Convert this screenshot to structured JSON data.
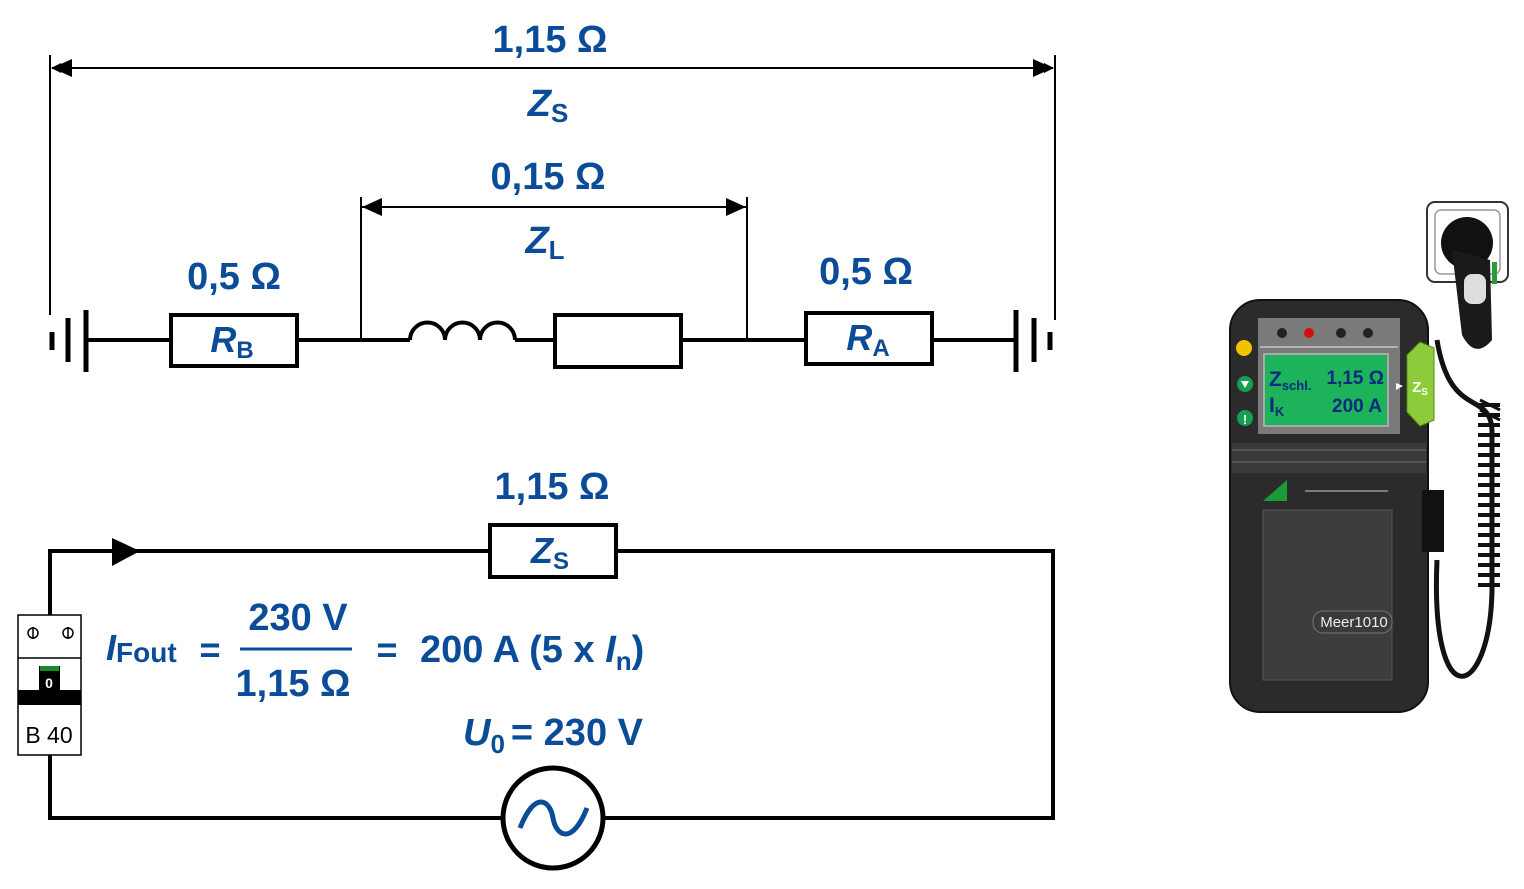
{
  "top_dimension": {
    "value": "1,15 Ω",
    "symbol": "Z",
    "subscript": "S"
  },
  "line_dimension": {
    "value": "0,15 Ω",
    "symbol": "Z",
    "subscript": "L"
  },
  "rb": {
    "value": "0,5 Ω",
    "symbol": "R",
    "subscript": "B"
  },
  "ra": {
    "value": "0,5 Ω",
    "symbol": "R",
    "subscript": "A"
  },
  "loop": {
    "value": "1,15 Ω",
    "symbol": "Z",
    "subscript": "S"
  },
  "formula": {
    "lhs": "I",
    "lhs_sub": "Fout",
    "eq1": "=",
    "numerator": "230 V",
    "denominator": "1,15 Ω",
    "eq2": "=",
    "result": "200 A (5 x ",
    "result_i": "I",
    "result_sub": "n",
    "result_close": ")"
  },
  "source": {
    "symbol": "U",
    "subscript": "0",
    "value": "= 230 V"
  },
  "breaker": {
    "state": "0",
    "rating": "B 40"
  },
  "meter": {
    "brand": "Meer1010",
    "row1_label": "Z",
    "row1_sub": "schl.",
    "row1_value": "1,15 Ω",
    "row2_label": "I",
    "row2_sub": "K",
    "row2_value": "200 A",
    "mode_button": "Z",
    "mode_sub": "S",
    "colors": {
      "screen": "#1db35a",
      "screen_text": "#0b2a80",
      "body": "#2b2b2b",
      "mode": "#8ccc3a"
    }
  }
}
